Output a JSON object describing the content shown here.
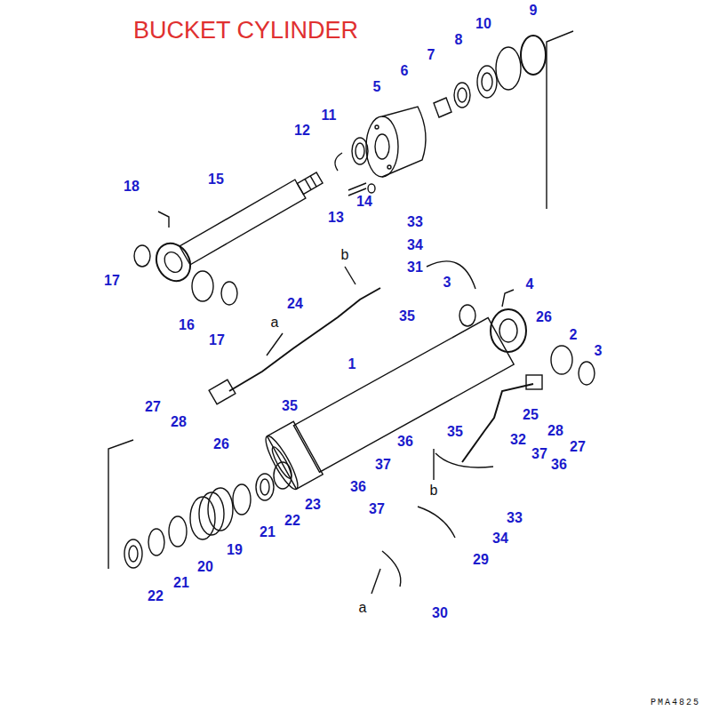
{
  "diagram": {
    "title": "BUCKET CYLINDER",
    "labels": [
      "9",
      "10",
      "8",
      "7",
      "6",
      "5",
      "11",
      "12",
      "14",
      "13",
      "33",
      "34",
      "31",
      "18",
      "15",
      "17",
      "16",
      "17",
      "b",
      "3",
      "4",
      "24",
      "35",
      "a",
      "26",
      "2",
      "3",
      "1",
      "27",
      "28",
      "35",
      "26",
      "36",
      "25",
      "35",
      "28",
      "27",
      "32",
      "37",
      "37",
      "36",
      "b",
      "23",
      "36",
      "22",
      "37",
      "33",
      "21",
      "34",
      "19",
      "29",
      "20",
      "21",
      "22",
      "a",
      "30",
      "PMA4825"
    ]
  }
}
